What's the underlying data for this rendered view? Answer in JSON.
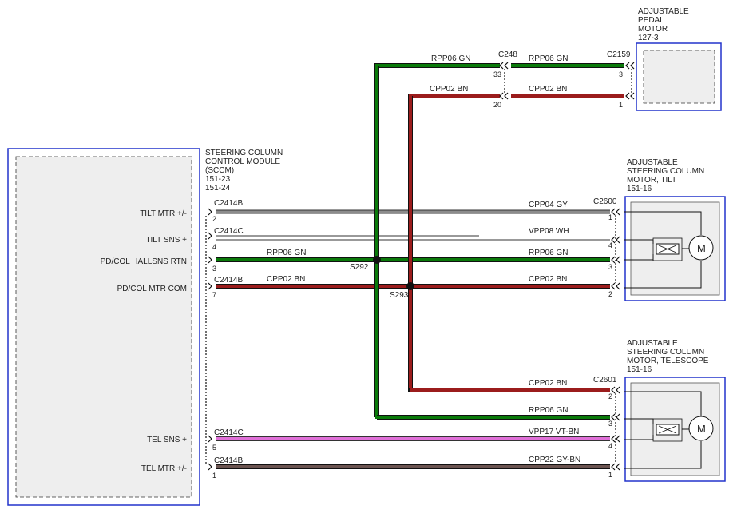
{
  "colors": {
    "green": "#0a7a0a",
    "brown": "#9b1c1c",
    "gray": "#7a7a7a",
    "white_wire": "#8a8a8a",
    "pink": "#e070d8",
    "graybrown": "#6b5450",
    "module_border": "#2233cc"
  },
  "modules": {
    "pedal_motor": [
      "ADJUSTABLE",
      "PEDAL",
      "MOTOR",
      "127-3"
    ],
    "sccm": [
      "STEERING COLUMN",
      "CONTROL MODULE",
      "(SCCM)",
      "151-23",
      "151-24"
    ],
    "tilt_motor": [
      "ADJUSTABLE",
      "STEERING COLUMN",
      "MOTOR, TILT",
      "151-16"
    ],
    "telescope_motor": [
      "ADJUSTABLE",
      "STEERING COLUMN",
      "MOTOR, TELESCOPE",
      "151-16"
    ]
  },
  "sccm_pins": {
    "tilt_mtr": "TILT MTR +/-",
    "tilt_sns": "TILT SNS +",
    "pd_col_hallsns_rtn": "PD/COL HALLSNS RTN",
    "pd_col_mtr_com": "PD/COL MTR COM",
    "tel_sns": "TEL SNS +",
    "tel_mtr": "TEL MTR +/-"
  },
  "connectors": {
    "c248": "C248",
    "c2159": "C2159",
    "c2600": "C2600",
    "c2601": "C2601",
    "c2414b_1": "C2414B",
    "c2414c_1": "C2414C",
    "c2414b_2": "C2414B",
    "c2414c_2": "C2414C",
    "c2414b_3": "C2414B"
  },
  "splices": {
    "s292": "S292",
    "s293": "S293"
  },
  "wires": {
    "top_green_left": "RPP06   GN",
    "top_green_right": "RPP06   GN",
    "top_brown_left": "CPP02   BN",
    "top_brown_right": "CPP02   BN",
    "tilt_mtr": "CPP04   GY",
    "tilt_sns": "VPP08   WH",
    "hall_left": "RPP06   GN",
    "hall_right": "RPP06   GN",
    "com_left": "CPP02   BN",
    "com_right": "CPP02   BN",
    "tel_brown": "CPP02   BN",
    "tel_green": "RPP06   GN",
    "tel_sns": "VPP17   VT-BN",
    "tel_mtr": "CPP22   GY-BN"
  },
  "pins": {
    "c248_33": "33",
    "c248_20": "20",
    "c2159_3": "3",
    "c2159_1": "1",
    "sccm_2": "2",
    "sccm_4": "4",
    "sccm_3": "3",
    "sccm_7": "7",
    "sccm_5": "5",
    "sccm_1": "1",
    "c2600_1": "1",
    "c2600_4": "4",
    "c2600_3": "3",
    "c2600_2": "2",
    "c2601_2": "2",
    "c2601_3": "3",
    "c2601_4": "4",
    "c2601_1": "1"
  },
  "motor_symbol": "M"
}
